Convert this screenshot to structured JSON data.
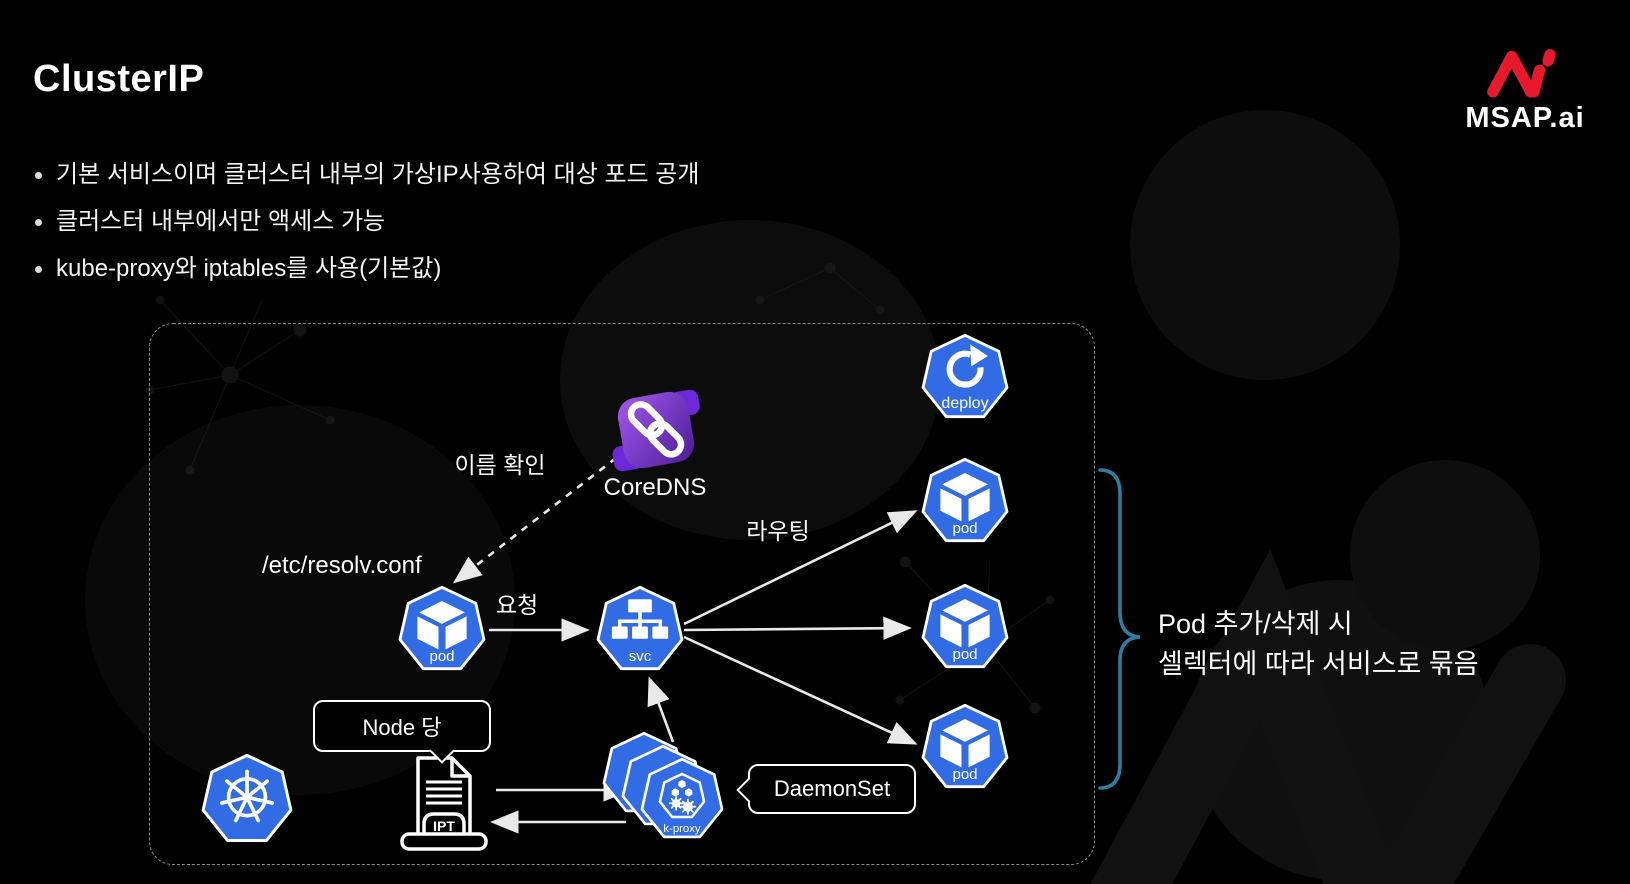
{
  "slide": {
    "title": "ClusterIP",
    "bullets": [
      "기본 서비스이며 클러스터 내부의 가상IP사용하여 대상 포드 공개",
      "클러스터 내부에서만 액세스 가능",
      "kube-proxy와 iptables를 사용(기본값)"
    ]
  },
  "logo": {
    "brand": "MSAP.ai"
  },
  "colors": {
    "k8s_blue": "#326CE5",
    "coredns_purple": "#7C3AED",
    "brace_teal": "#2B7FA0",
    "logo_red": "#E8192D",
    "arrow_white": "#E9E9E9"
  },
  "diagram": {
    "nodes": {
      "pod": "pod",
      "svc": "svc",
      "deploy": "deploy",
      "kproxy": "k-proxy",
      "coredns": "CoreDNS"
    },
    "labels": {
      "name_check": "이름 확인",
      "resolv_conf": "/etc/resolv.conf",
      "request": "요청",
      "routing": "라우팅",
      "node_per": "Node 당",
      "daemonset": "DaemonSet",
      "ipt": "IPT"
    },
    "annotation": {
      "line1": "Pod 추가/삭제 시",
      "line2": "셀렉터에 따라 서비스로 묶음"
    }
  }
}
